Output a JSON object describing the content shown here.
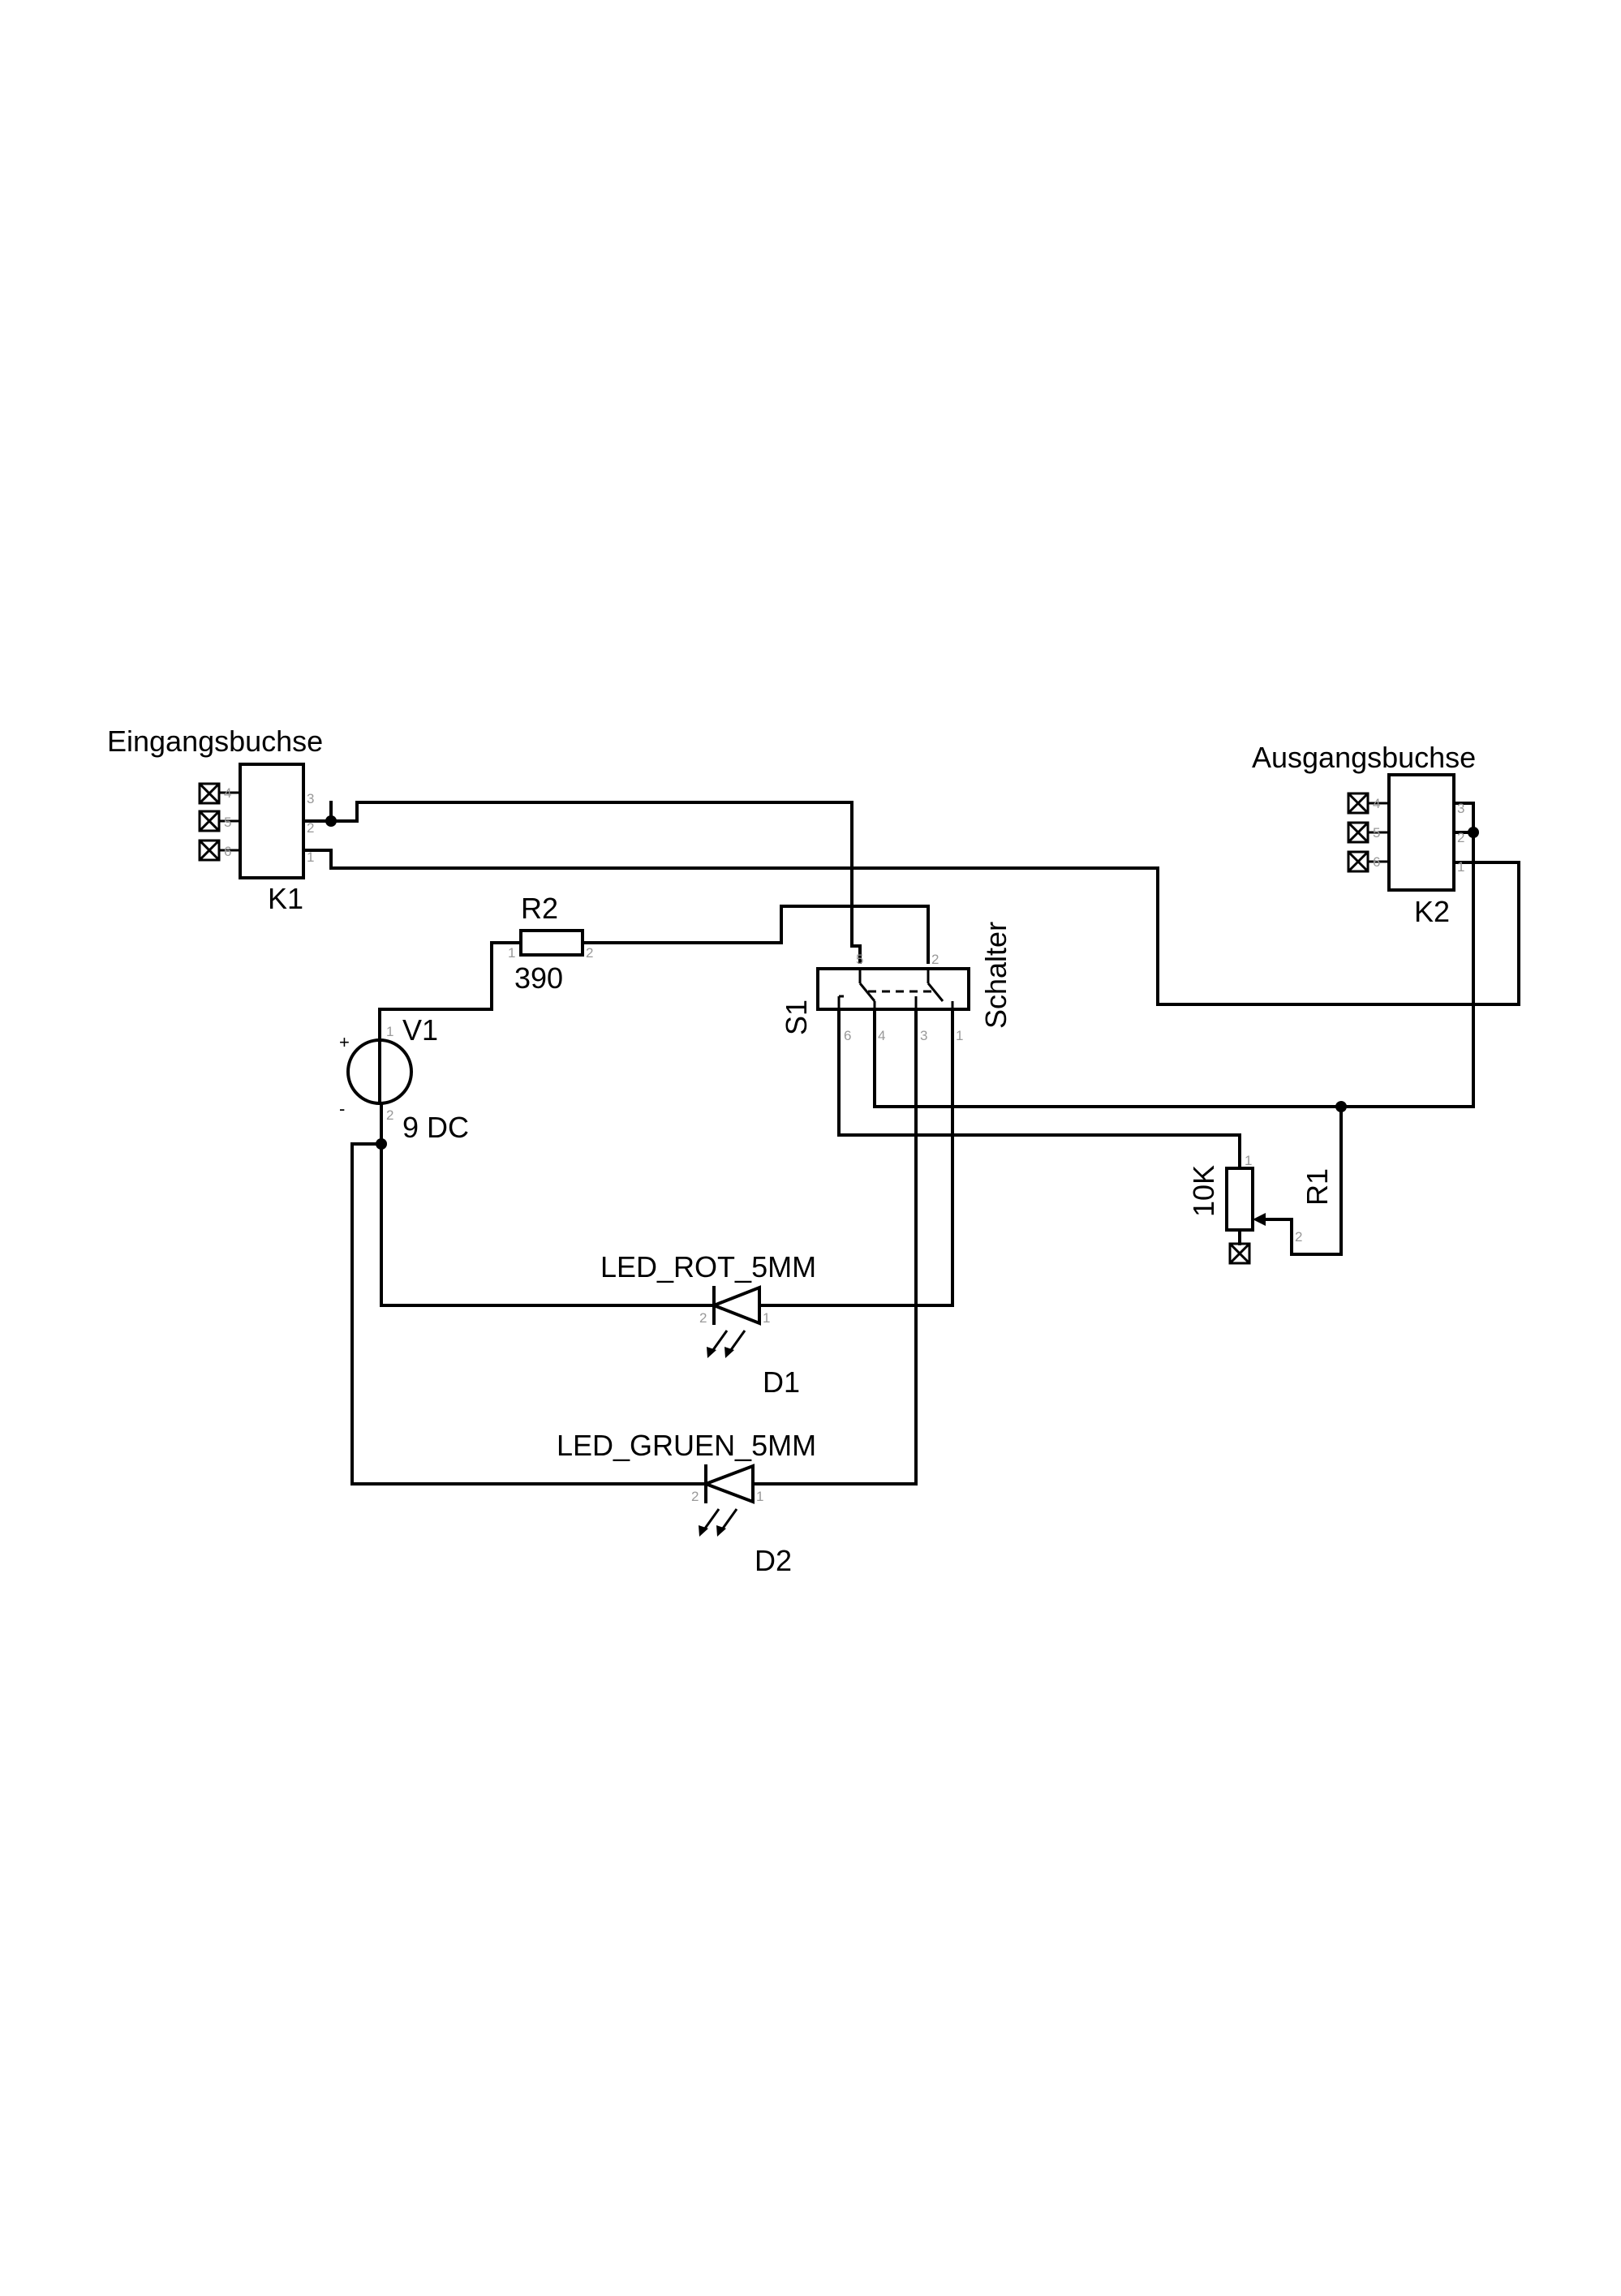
{
  "components": {
    "k1": {
      "title": "Eingangsbuchse",
      "ref": "K1",
      "pins": [
        "4",
        "5",
        "6",
        "3",
        "2",
        "1"
      ]
    },
    "k2": {
      "title": "Ausgangsbuchse",
      "ref": "K2",
      "pins": [
        "4",
        "5",
        "6",
        "3",
        "2",
        "1"
      ]
    },
    "r2": {
      "ref": "R2",
      "value": "390",
      "pins": [
        "1",
        "2"
      ]
    },
    "v1": {
      "ref": "V1",
      "value": "9 DC",
      "plus": "+",
      "minus": "-",
      "pins": [
        "1",
        "2"
      ]
    },
    "s1": {
      "ref": "S1",
      "value": "Schalter",
      "pins": [
        "5",
        "2",
        "6",
        "4",
        "3",
        "1"
      ]
    },
    "r1": {
      "ref": "R1",
      "value": "10K",
      "pins": [
        "1",
        "2"
      ]
    },
    "d1": {
      "ref": "D1",
      "value": "LED_ROT_5MM",
      "pins": [
        "2",
        "1"
      ]
    },
    "d2": {
      "ref": "D2",
      "value": "LED_GRUEN_5MM",
      "pins": [
        "2",
        "1"
      ]
    }
  }
}
